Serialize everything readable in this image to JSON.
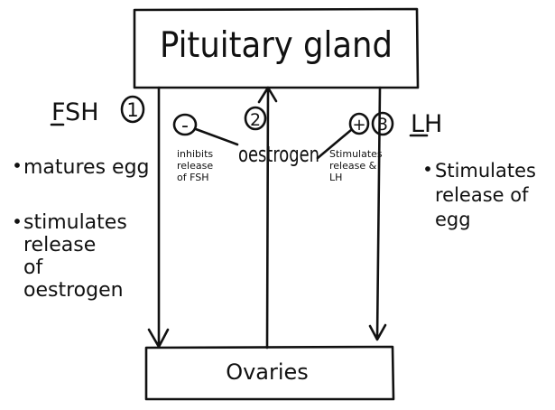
{
  "diagram": {
    "top_box": {
      "label": "Pituitary gland"
    },
    "bottom_box": {
      "label": "Ovaries"
    },
    "left_arrow": {
      "hormone": "FSH",
      "step": "1",
      "effects": [
        "matures egg",
        "stimulates release of oestrogen"
      ]
    },
    "middle_arrow": {
      "hormone": "oestrogen",
      "step": "2",
      "negative_sign": "-",
      "negative_note": [
        "inhibits",
        "release",
        "of FSH"
      ],
      "positive_sign": "+",
      "positive_note": [
        "Stimulates",
        "release &",
        "LH"
      ]
    },
    "right_arrow": {
      "hormone": "LH",
      "step": "3",
      "effects": [
        "Stimulates release of egg"
      ]
    }
  }
}
